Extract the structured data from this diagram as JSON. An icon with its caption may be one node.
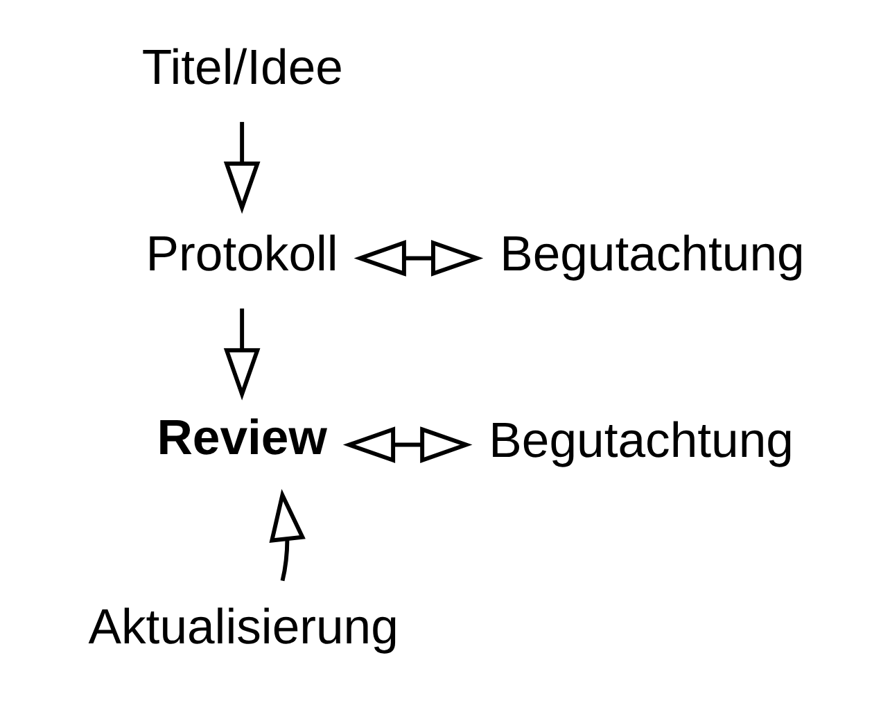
{
  "diagram": {
    "nodes": [
      {
        "text": [
          "Titel/Idee"
        ]
      },
      {
        "text": [
          "Protokoll"
        ]
      },
      {
        "text": [
          "Begutachtung"
        ]
      },
      {
        "text": [
          "Review"
        ]
      },
      {
        "text": [
          "Begutachtung"
        ]
      },
      {
        "text": [
          "Aktualisierung"
        ]
      }
    ],
    "edges": [
      {
        "from": 0,
        "to": 1,
        "arrow": "to"
      },
      {
        "from": 1,
        "to": 2,
        "arrow": "both"
      },
      {
        "from": 1,
        "to": 3,
        "arrow": "to"
      },
      {
        "from": 3,
        "to": 4,
        "arrow": "both"
      },
      {
        "from": 5,
        "to": 3,
        "arrow": "to"
      }
    ]
  }
}
